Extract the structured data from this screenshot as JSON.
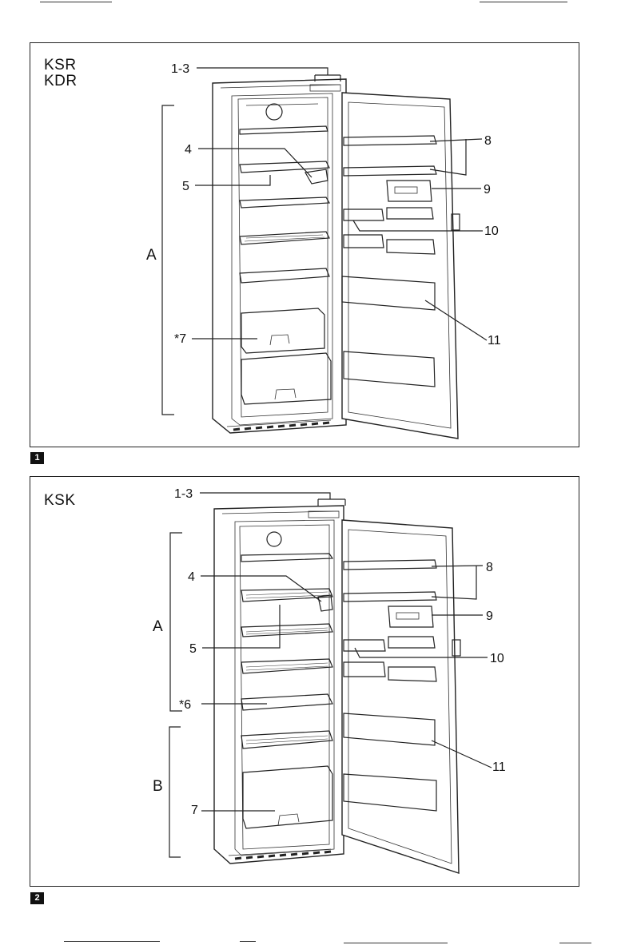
{
  "figure1": {
    "badge": "1",
    "models": [
      "KSR",
      "KDR"
    ],
    "labels": {
      "l13": "1-3",
      "l4": "4",
      "l5": "5",
      "l7": "*7",
      "l8": "8",
      "l9": "9",
      "l10": "10",
      "l11": "11",
      "zoneA": "A"
    }
  },
  "figure2": {
    "badge": "2",
    "models": [
      "KSK"
    ],
    "labels": {
      "l13": "1-3",
      "l4": "4",
      "l5": "5",
      "l6": "*6",
      "l7": "7",
      "l8": "8",
      "l9": "9",
      "l10": "10",
      "l11": "11",
      "zoneA": "A",
      "zoneB": "B"
    }
  }
}
